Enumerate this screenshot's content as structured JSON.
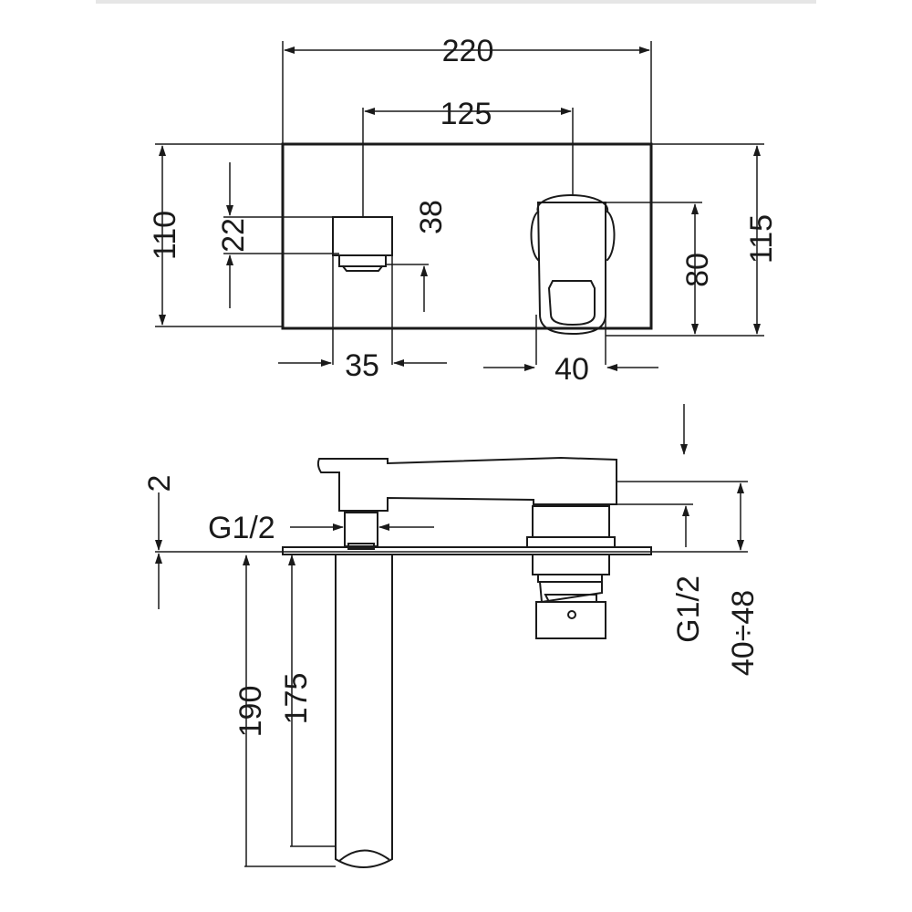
{
  "front_view": {
    "dimensions": {
      "overall_width": "220",
      "spout_to_handle_centers": "125",
      "plate_height": "110",
      "spout_height": "22",
      "spout_offset": "38",
      "overall_height_right": "115",
      "handle_height": "80",
      "spout_width": "35",
      "handle_width": "40"
    }
  },
  "side_view": {
    "dimensions": {
      "plate_thickness": "2",
      "spout_thread": "G1/2",
      "total_depth": "190",
      "body_depth": "175",
      "cartridge_thread": "G1/2",
      "projection_range": "40÷48"
    }
  },
  "colors": {
    "line": "#1a1a1a",
    "background": "#ffffff"
  }
}
